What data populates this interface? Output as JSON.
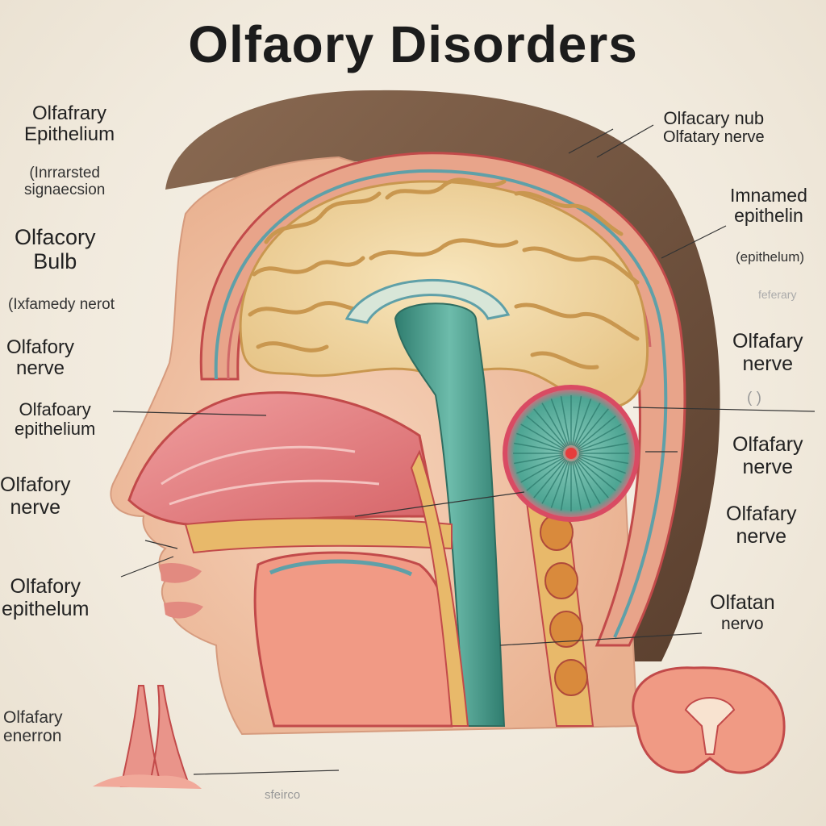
{
  "title": "Olfaory Disorders",
  "labels": {
    "l1_line1": "Olfafrary",
    "l1_line2": "Epithelium",
    "l1_note1": "(Inrrarsted",
    "l1_note2": "signaecsion",
    "l2_line1": "Olfacory",
    "l2_line2": "Bulb",
    "l2_note": "(Ixfamedy nerot",
    "l3_line1": "Olfafory",
    "l3_line2": "nerve",
    "l4_line1": "Olfafoary",
    "l4_line2": "epithelium",
    "l5_line1": "Olfafory",
    "l5_line2": "nerve",
    "l6_line1": "Olfafory",
    "l6_line2": "epithelum",
    "l7_line1": "Olfafary",
    "l7_line2": "enerron",
    "r1_line1": "Olfacary nub",
    "r1_line2": "Olfatary nerve",
    "r2_line1": "Imnamed",
    "r2_line2": "epithelin",
    "r2_note": "(epithelum)",
    "r2_faint": "feferary",
    "r3_line1": "Olfafary",
    "r3_line2": "nerve",
    "r3_paren": "(          )",
    "r4_line1": "Olfafary",
    "r4_line2": "nerve",
    "r5_line1": "Olfafary",
    "r5_line2": "nerve",
    "r6_line1": "Olfatan",
    "r6_line2": "nervo",
    "bottom_faint": "sfeirco"
  },
  "colors": {
    "skin": "#f1c3a6",
    "hair": "#7a5a45",
    "brain": "#f2d9a4",
    "brain_fold": "#c9974f",
    "mucosa": "#e37b7d",
    "nerve_teal": "#4f9e8e",
    "bone": "#e8b96a",
    "outline": "#c24a4a"
  }
}
